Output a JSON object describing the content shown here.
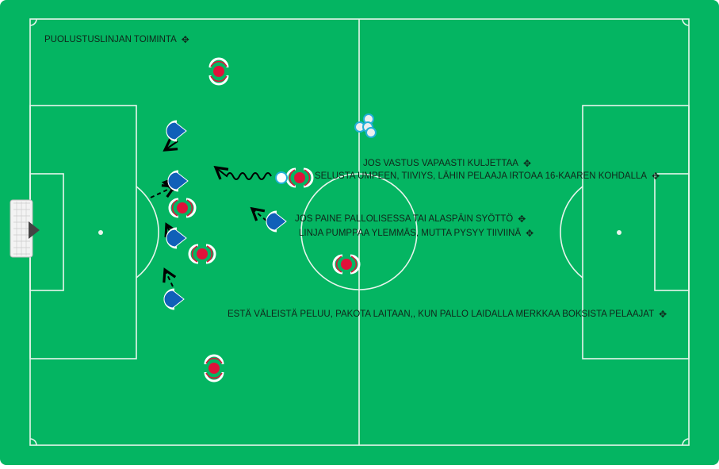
{
  "colors": {
    "pitch": "#04b562",
    "lines": "#e8f5ec",
    "home": "#1060b8",
    "away": "#e0123a",
    "arrow": "#000000"
  },
  "labels": [
    {
      "text": "PUOLUSTUSLINJAN TOIMINTA",
      "icon": "move-icon"
    },
    {
      "text": "JOS VASTUS VAPAASTI KULJETTAA",
      "icon": "move-icon"
    },
    {
      "text": "SELUSTA UMPEEN, TIIVIYS, LÄHIN PELAAJA IRTOAA 16-KAAREN KOHDALLA",
      "icon": "move-icon"
    },
    {
      "text": "JOS PAINE PALLOLISESSA TAI ALASPÄIN SYÖTTÖ",
      "icon": "move-icon"
    },
    {
      "text": "LINJA PUMPPAA YLEMMÄS, MUTTA PYSYY TIIVIINÄ",
      "icon": "move-icon"
    },
    {
      "text": "ESTÄ VÄLEISTÄ PELUU, PAKOTA LAITAAN,, KUN PALLO LAIDALLA MERKKAA BOKSISTA PELAAJAT",
      "icon": "move-icon"
    }
  ],
  "move_glyph": "✥"
}
